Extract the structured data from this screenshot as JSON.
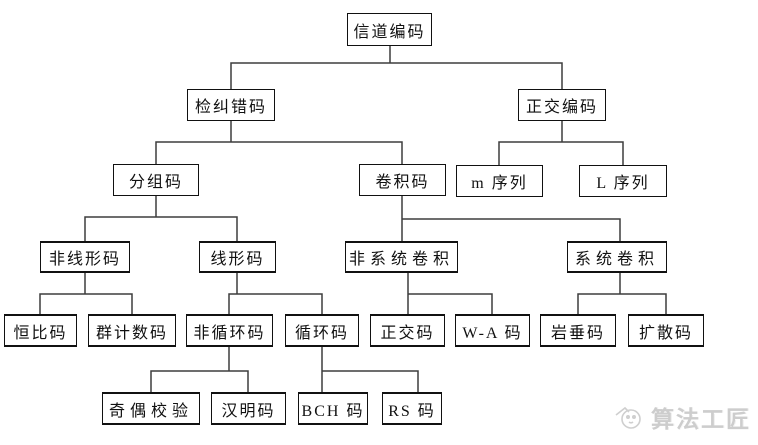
{
  "diagram": {
    "description": "信道编码分类树状图",
    "nodes": {
      "channel-coding": {
        "label": "信道编码",
        "parent": null
      },
      "error-correction-coding": {
        "label": "检纠错码",
        "parent": "channel-coding"
      },
      "orthogonal-coding": {
        "label": "正交编码",
        "parent": "channel-coding"
      },
      "block-code": {
        "label": "分组码",
        "parent": "error-correction-coding"
      },
      "convolutional-code": {
        "label": "卷积码",
        "parent": "error-correction-coding"
      },
      "m-sequence": {
        "label": "m 序列",
        "parent": "orthogonal-coding"
      },
      "l-sequence": {
        "label": "L 序列",
        "parent": "orthogonal-coding"
      },
      "nonlinear-code": {
        "label": "非线形码",
        "parent": "block-code"
      },
      "linear-code": {
        "label": "线形码",
        "parent": "block-code"
      },
      "nonsystematic-convolution": {
        "label": "非系统卷积",
        "parent": "convolutional-code"
      },
      "systematic-convolution": {
        "label": "系统卷积",
        "parent": "convolutional-code"
      },
      "constant-ratio-code": {
        "label": "恒比码",
        "parent": "nonlinear-code"
      },
      "group-counting-code": {
        "label": "群计数码",
        "parent": "nonlinear-code"
      },
      "noncyclic-code": {
        "label": "非循环码",
        "parent": "linear-code"
      },
      "cyclic-code": {
        "label": "循环码",
        "parent": "linear-code"
      },
      "orthogonal-code": {
        "label": "正交码",
        "parent": "nonsystematic-convolution"
      },
      "wa-code": {
        "label": "W-A 码",
        "parent": "nonsystematic-convolution"
      },
      "iwadare-code": {
        "label": "岩垂码",
        "parent": "systematic-convolution"
      },
      "diffuse-code": {
        "label": "扩散码",
        "parent": "systematic-convolution"
      },
      "parity-check": {
        "label": "奇偶校验",
        "parent": "noncyclic-code"
      },
      "hamming-code": {
        "label": "汉明码",
        "parent": "noncyclic-code"
      },
      "bch-code": {
        "label": "BCH 码",
        "parent": "cyclic-code"
      },
      "rs-code": {
        "label": "RS 码",
        "parent": "cyclic-code"
      }
    }
  },
  "watermark": {
    "text": "算法工匠",
    "icon": "mascot-icon"
  },
  "colors": {
    "background": "#ffffff",
    "box_border": "#111111",
    "connector": "#3d3d3d",
    "text": "#111111",
    "watermark": "#cdcdcd"
  }
}
